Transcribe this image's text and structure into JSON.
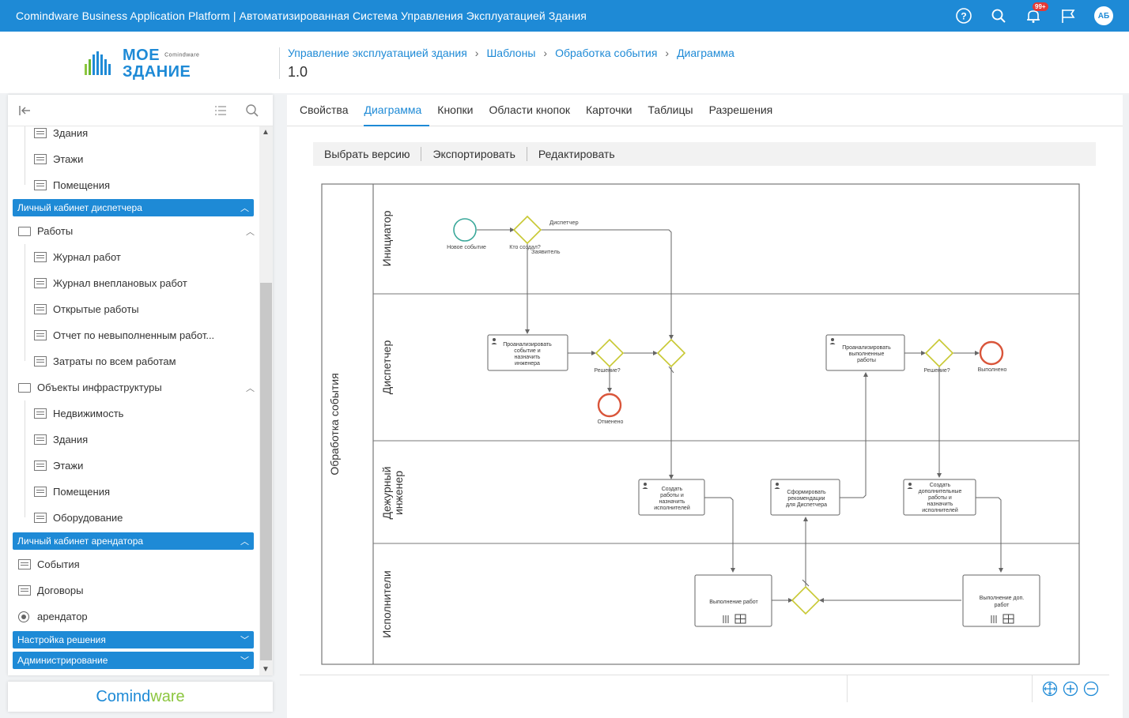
{
  "topbar": {
    "title": "Comindware Business Application Platform  |  Автоматизированная Система Управления Эксплуатацией Здания",
    "badge": "99+",
    "avatar": "АБ",
    "icons": [
      "help-icon",
      "search-icon",
      "bell-icon",
      "flag-icon"
    ]
  },
  "logo": {
    "line1": "МОЕ",
    "brand_small": "Comindware",
    "line2": "ЗДАНИЕ"
  },
  "breadcrumb": {
    "items": [
      "Управление эксплуатацией здания",
      "Шаблоны",
      "Обработка события",
      "Диаграмма"
    ],
    "separator": "›"
  },
  "version": "1.0",
  "sidebar": {
    "items": [
      {
        "label": "Здания"
      },
      {
        "label": "Этажи"
      },
      {
        "label": "Помещения"
      },
      {
        "label": "Личный кабинет диспетчера"
      },
      {
        "label": "Работы"
      },
      {
        "label": "Журнал работ"
      },
      {
        "label": "Журнал внеплановых работ"
      },
      {
        "label": "Открытые работы"
      },
      {
        "label": "Отчет по невыполненным работ..."
      },
      {
        "label": "Затраты по всем работам"
      },
      {
        "label": "Объекты инфраструктуры"
      },
      {
        "label": "Недвижимость"
      },
      {
        "label": "Здания"
      },
      {
        "label": "Этажи"
      },
      {
        "label": "Помещения"
      },
      {
        "label": "Оборудование"
      },
      {
        "label": "Личный кабинет арендатора"
      },
      {
        "label": "События"
      },
      {
        "label": "Договоры"
      },
      {
        "label": "арендатор"
      },
      {
        "label": "Настройка решения"
      },
      {
        "label": "Администрирование"
      }
    ],
    "footer_brand_a": "Comind",
    "footer_brand_b": "ware"
  },
  "tabs": [
    "Свойства",
    "Диаграмма",
    "Кнопки",
    "Области кнопок",
    "Карточки",
    "Таблицы",
    "Разрешения"
  ],
  "active_tab": "Диаграмма",
  "toolbar": {
    "select_version": "Выбрать версию",
    "export": "Экспортировать",
    "edit": "Редактировать"
  },
  "diagram": {
    "pool": "Обработка события",
    "lanes": [
      "Инициатор",
      "Диспетчер",
      "Дежурный инженер",
      "Исполнители"
    ],
    "lane_engineer_line1": "Дежурный",
    "lane_engineer_line2": "инженер",
    "events": {
      "start": "Новое событие",
      "cancelled": "Отменено",
      "done": "Выполнено"
    },
    "gateways": {
      "who_created": "Кто создал?",
      "decision1": "Решение?",
      "decision2": "Решение?"
    },
    "flows": {
      "dispatcher": "Диспетчер",
      "applicant": "Заявитель"
    },
    "tasks": {
      "analyze": [
        "Проанализировать",
        "событие и",
        "назначить",
        "инженера"
      ],
      "analyze_done": [
        "Проанализировать",
        "выполненные",
        "работы"
      ],
      "create_works": [
        "Создать",
        "работы и",
        "назначить",
        "исполнителей"
      ],
      "recommend": [
        "Сформировать",
        "рекомендации",
        "для Диспетчера"
      ],
      "create_extra": [
        "Создать",
        "дополнительные",
        "работы и",
        "назначить",
        "исполнителей"
      ],
      "perform": [
        "Выполнение работ"
      ],
      "perform_extra": [
        "Выполнение доп.",
        "работ"
      ]
    }
  },
  "colors": {
    "accent": "#1e8ad6",
    "gateway": "#c8c832",
    "start_event": "#3aa89a",
    "end_event": "#d9553a"
  }
}
